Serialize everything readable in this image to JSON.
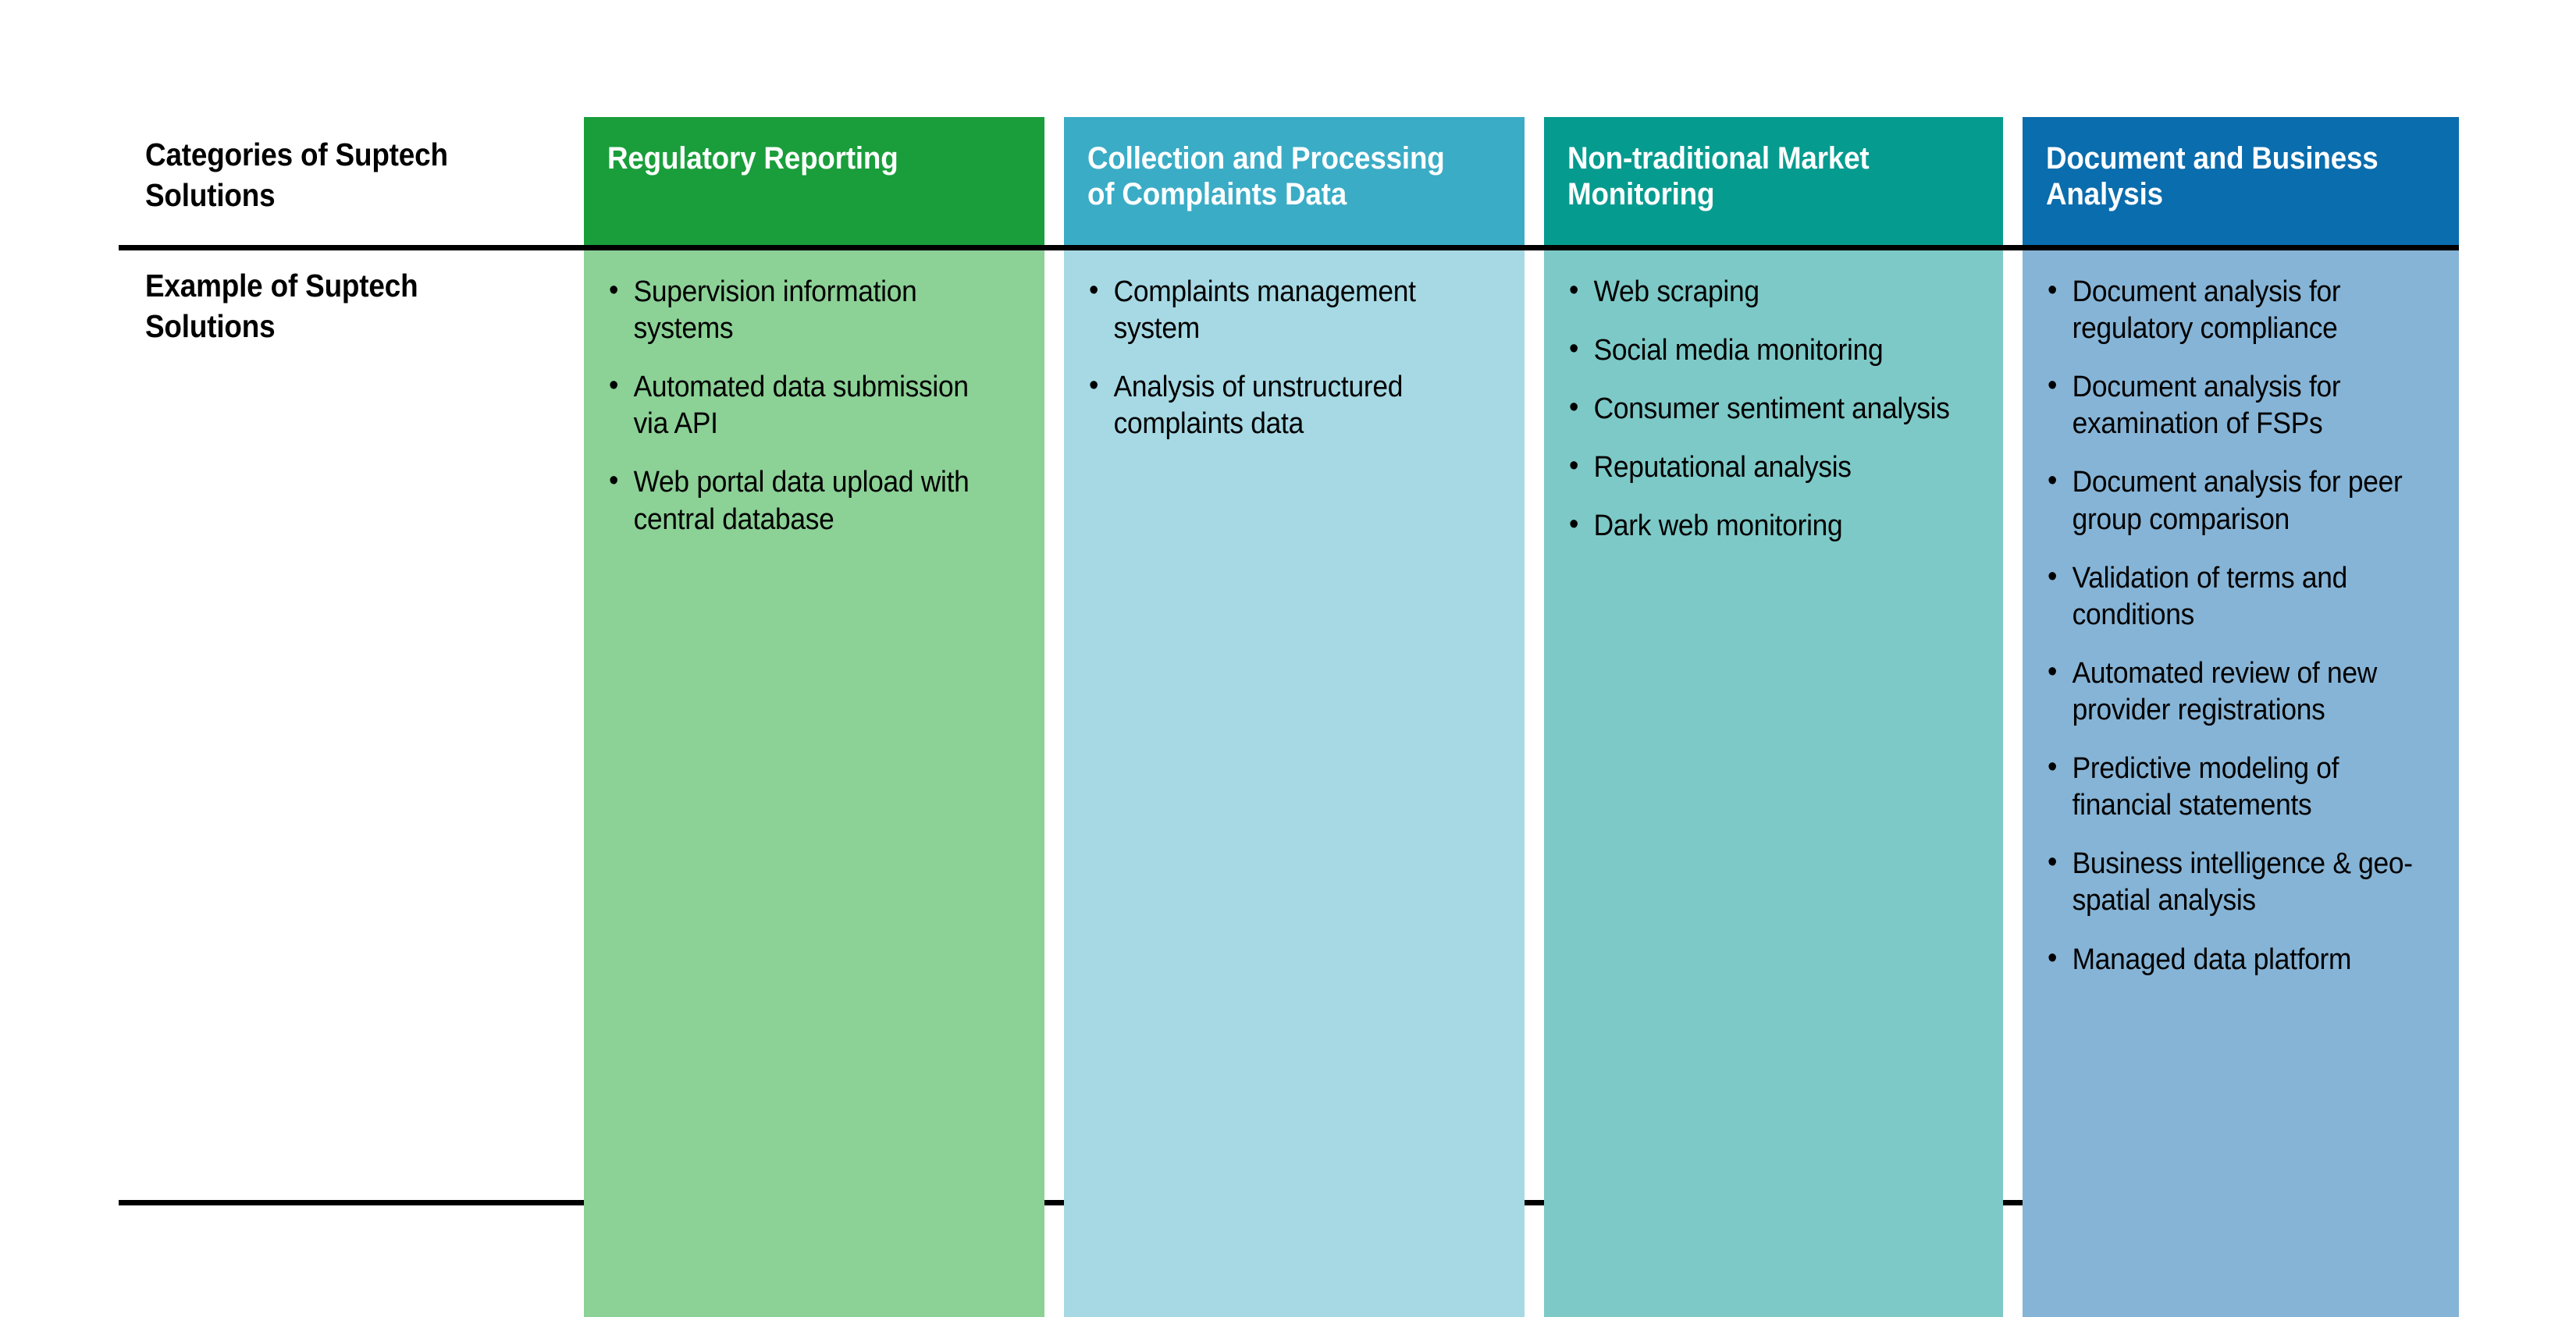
{
  "figure": {
    "row_labels": {
      "categories": "Categories of Suptech\nSolutions",
      "examples": "Example of Suptech\nSolutions"
    },
    "colors": {
      "rule": "#000000",
      "col1_header": "#1A9E3B",
      "col1_body": "#8CD196",
      "col2_header": "#3BACC6",
      "col2_body": "#A6D9E4",
      "col3_header": "#069B8F",
      "col3_body": "#7DC9C7",
      "col4_header": "#0A6DAD",
      "col4_body": "#86B4D6"
    },
    "columns": [
      {
        "header": "Regulatory Reporting",
        "items": [
          "Supervision information systems",
          "Automated data submission via API",
          "Web portal data upload with central database"
        ]
      },
      {
        "header": "Collection and Processing\nof Complaints Data",
        "items": [
          "Complaints management system",
          "Analysis of unstructured complaints data"
        ]
      },
      {
        "header": "Non-traditional Market\nMonitoring",
        "items": [
          "Web scraping",
          "Social media monitoring",
          "Consumer sentiment analysis",
          "Reputational analysis",
          "Dark web monitoring"
        ]
      },
      {
        "header": "Document and Business\nAnalysis",
        "items": [
          "Document analysis for regulatory compliance",
          "Document analysis for examination of FSPs",
          "Document analysis for peer group comparison",
          "Validation of terms and conditions",
          "Automated review of new provider registrations",
          "Predictive modeling of financial statements",
          "Business intelligence & geo-spatial analysis",
          "Managed data platform"
        ]
      }
    ]
  }
}
